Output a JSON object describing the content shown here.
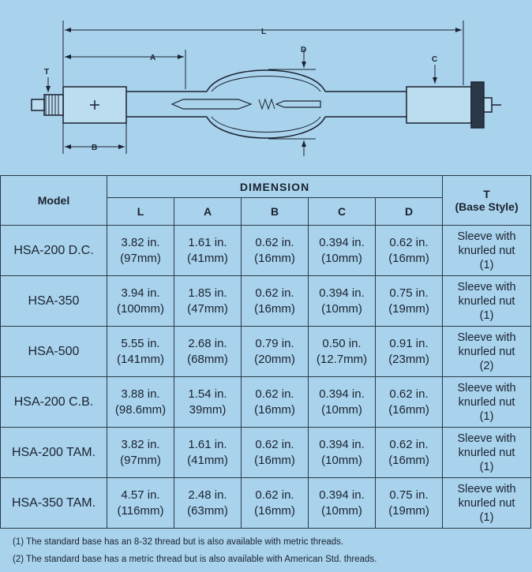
{
  "diagram": {
    "labels": {
      "L": "L",
      "A": "A",
      "B": "B",
      "C": "C",
      "D": "D",
      "T": "T"
    }
  },
  "table": {
    "header": {
      "model": "Model",
      "dimension": "DIMENSION",
      "cols": [
        "L",
        "A",
        "B",
        "C",
        "D"
      ],
      "t_label": "T",
      "t_sub": "(Base Style)"
    },
    "rows": [
      {
        "model": "HSA-200 D.C.",
        "L": [
          "3.82 in.",
          "(97mm)"
        ],
        "A": [
          "1.61 in.",
          "(41mm)"
        ],
        "B": [
          "0.62 in.",
          "(16mm)"
        ],
        "C": [
          "0.394 in.",
          "(10mm)"
        ],
        "D": [
          "0.62 in.",
          "(16mm)"
        ],
        "T": [
          "Sleeve with",
          "knurled nut",
          "(1)"
        ]
      },
      {
        "model": "HSA-350",
        "L": [
          "3.94 in.",
          "(100mm)"
        ],
        "A": [
          "1.85 in.",
          "(47mm)"
        ],
        "B": [
          "0.62 in.",
          "(16mm)"
        ],
        "C": [
          "0.394 in.",
          "(10mm)"
        ],
        "D": [
          "0.75 in.",
          "(19mm)"
        ],
        "T": [
          "Sleeve with",
          "knurled nut",
          "(1)"
        ]
      },
      {
        "model": "HSA-500",
        "L": [
          "5.55 in.",
          "(141mm)"
        ],
        "A": [
          "2.68 in.",
          "(68mm)"
        ],
        "B": [
          "0.79 in.",
          "(20mm)"
        ],
        "C": [
          "0.50 in.",
          "(12.7mm)"
        ],
        "D": [
          "0.91 in.",
          "(23mm)"
        ],
        "T": [
          "Sleeve with",
          "knurled nut",
          "(2)"
        ]
      },
      {
        "model": "HSA-200 C.B.",
        "L": [
          "3.88 in.",
          "(98.6mm)"
        ],
        "A": [
          "1.54 in.",
          "39mm)"
        ],
        "B": [
          "0.62 in.",
          "(16mm)"
        ],
        "C": [
          "0.394 in.",
          "(10mm)"
        ],
        "D": [
          "0.62 in.",
          "(16mm)"
        ],
        "T": [
          "Sleeve with",
          "knurled nut",
          "(1)"
        ]
      },
      {
        "model": "HSA-200 TAM.",
        "L": [
          "3.82 in.",
          "(97mm)"
        ],
        "A": [
          "1.61 in.",
          "(41mm)"
        ],
        "B": [
          "0.62 in.",
          "(16mm)"
        ],
        "C": [
          "0.394 in.",
          "(10mm)"
        ],
        "D": [
          "0.62 in.",
          "(16mm)"
        ],
        "T": [
          "Sleeve with",
          "knurled nut",
          "(1)"
        ]
      },
      {
        "model": "HSA-350 TAM.",
        "L": [
          "4.57 in.",
          "(116mm)"
        ],
        "A": [
          "2.48 in.",
          "(63mm)"
        ],
        "B": [
          "0.62 in.",
          "(16mm)"
        ],
        "C": [
          "0.394 in.",
          "(10mm)"
        ],
        "D": [
          "0.75 in.",
          "(19mm)"
        ],
        "T": [
          "Sleeve with",
          "knurled nut",
          "(1)"
        ]
      }
    ]
  },
  "footnotes": {
    "note1": "(1) The standard base has an 8-32 thread but is also available with metric threads.",
    "note2": "(2) The standard base has a metric thread but is also available with American Std. threads."
  },
  "colors": {
    "background": "#a9d3ec",
    "ink": "#1a2230"
  }
}
